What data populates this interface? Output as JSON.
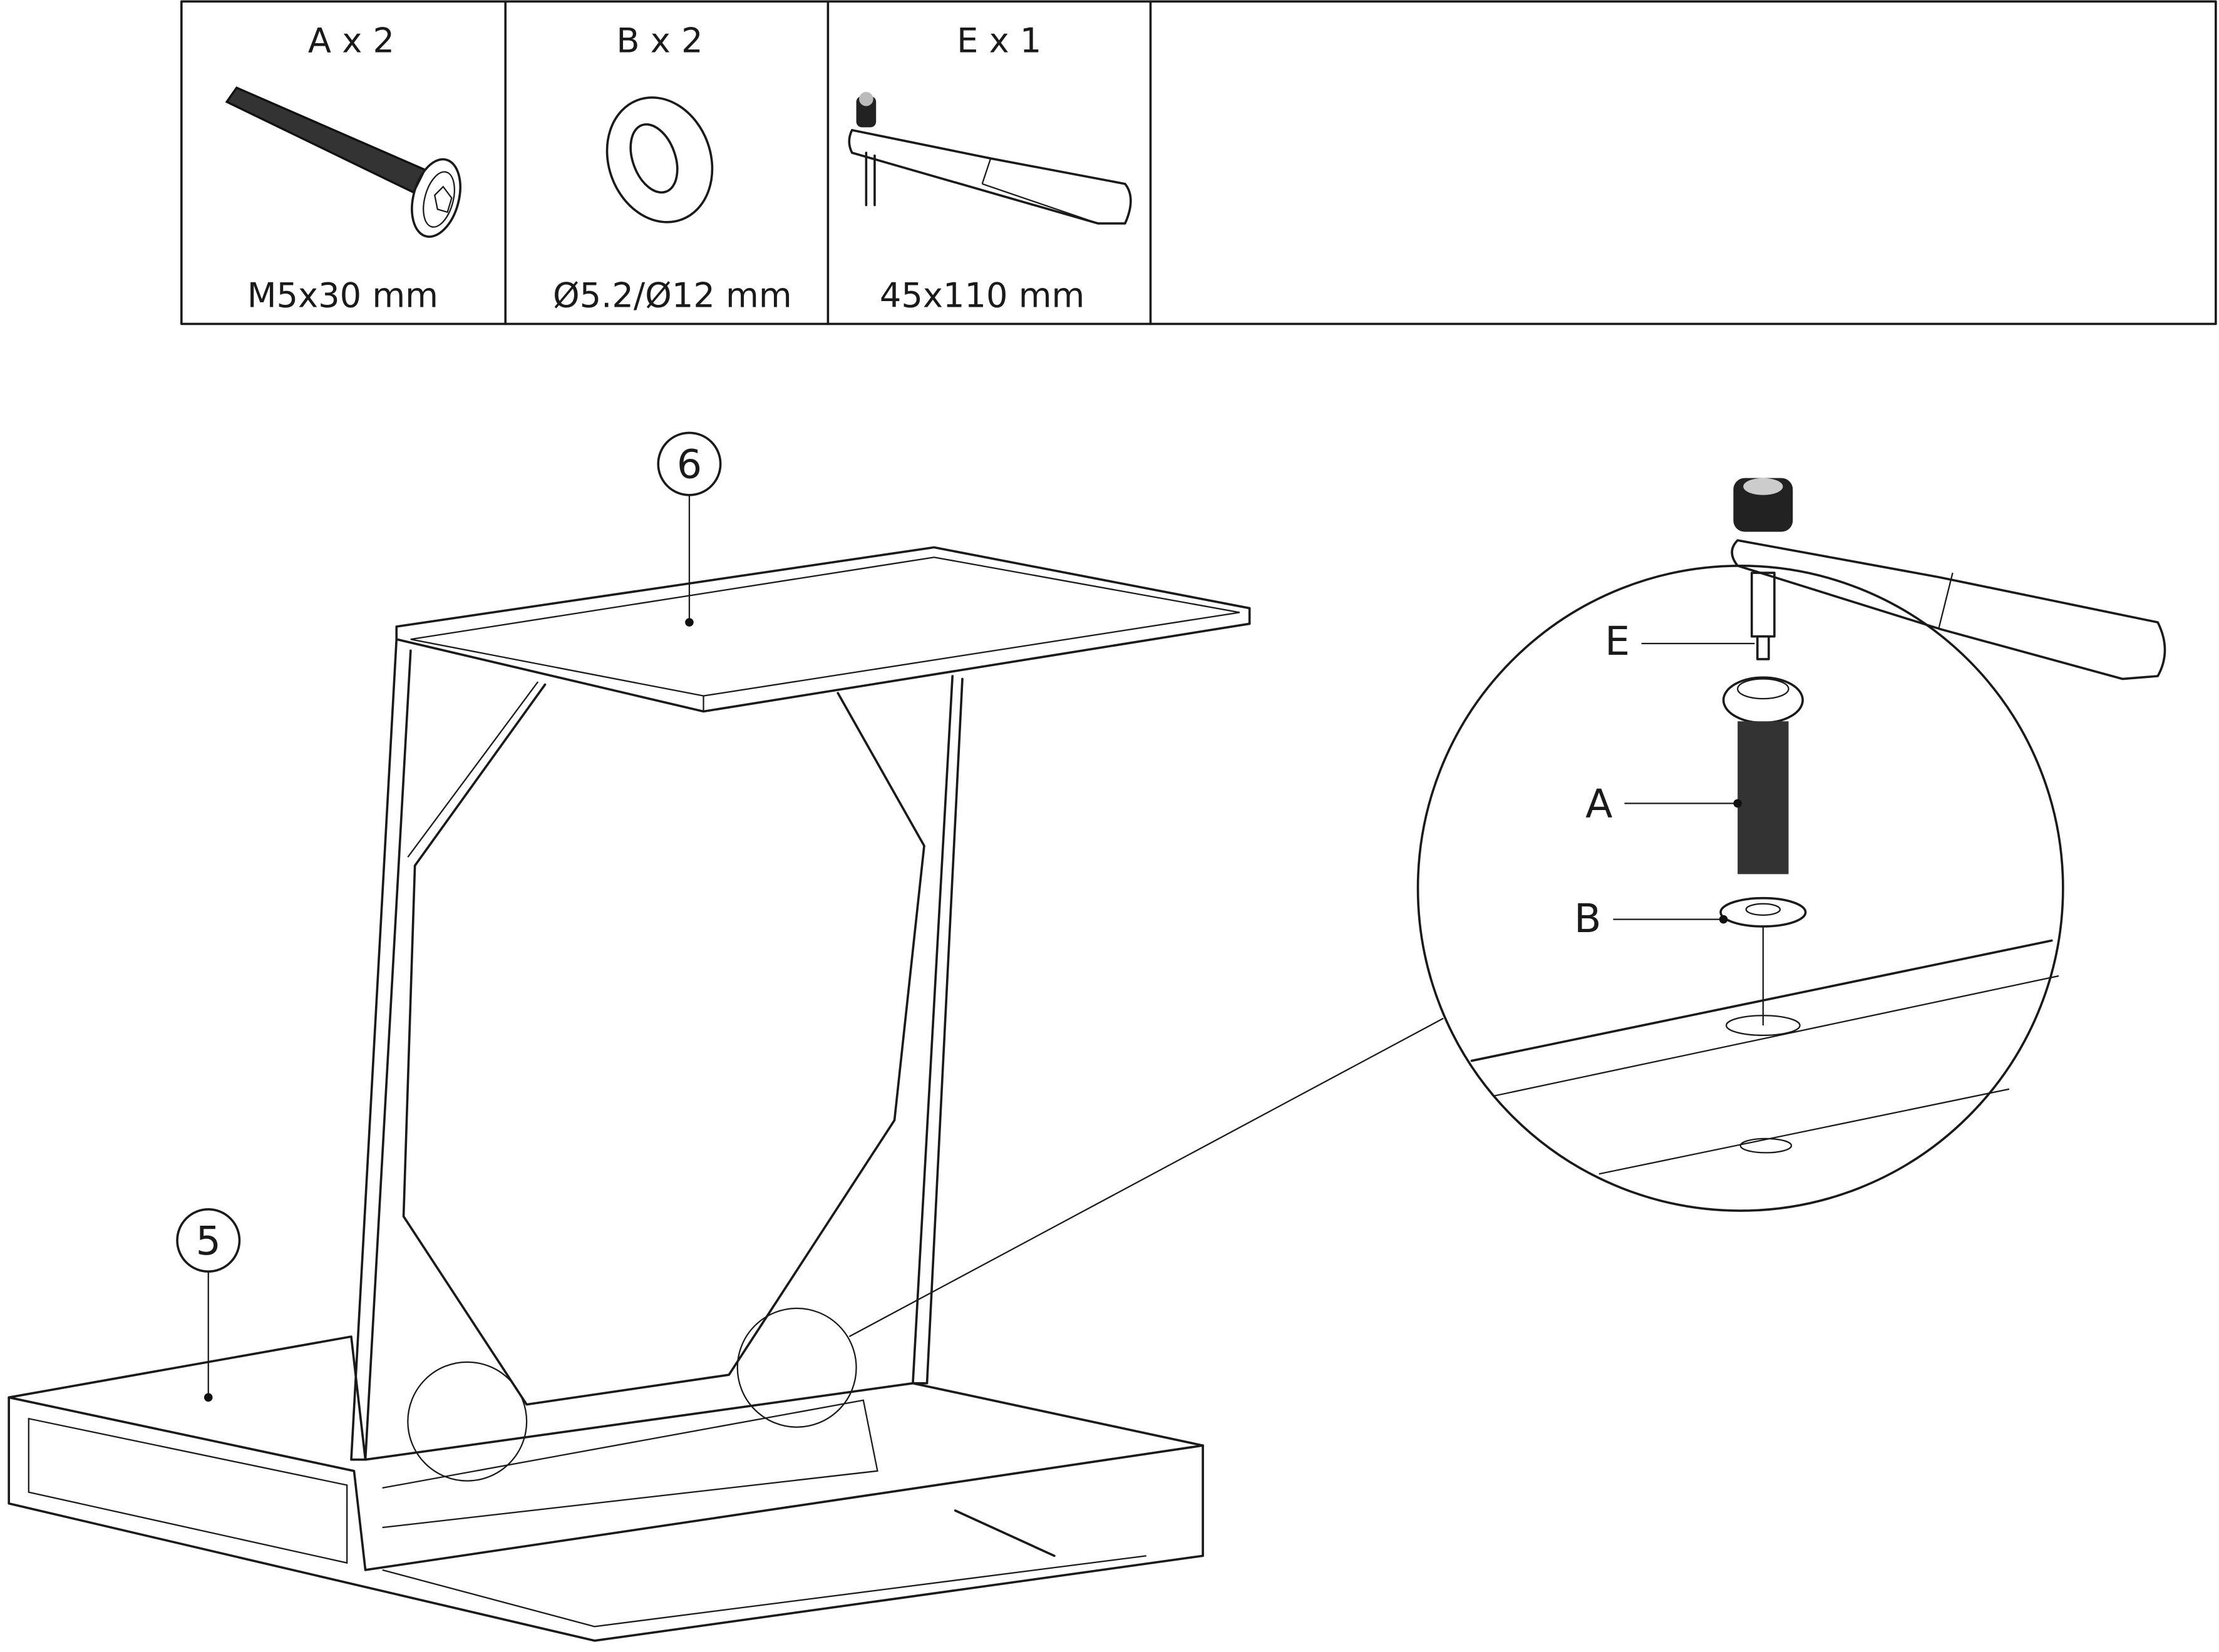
{
  "parts_table": {
    "parts": [
      {
        "id": "A",
        "label": "A x 2",
        "spec": "M5x30 mm",
        "icon": "bolt-icon"
      },
      {
        "id": "B",
        "label": "B x 2",
        "spec": "Ø5.2/Ø12 mm",
        "icon": "washer-icon"
      },
      {
        "id": "E",
        "label": "E x 1",
        "spec": "45x110 mm",
        "icon": "ratchet-wrench-icon"
      }
    ]
  },
  "assembly": {
    "part_top": "6",
    "part_base": "5"
  },
  "detail": {
    "callout_e": "E",
    "callout_a": "A",
    "callout_b": "B"
  }
}
